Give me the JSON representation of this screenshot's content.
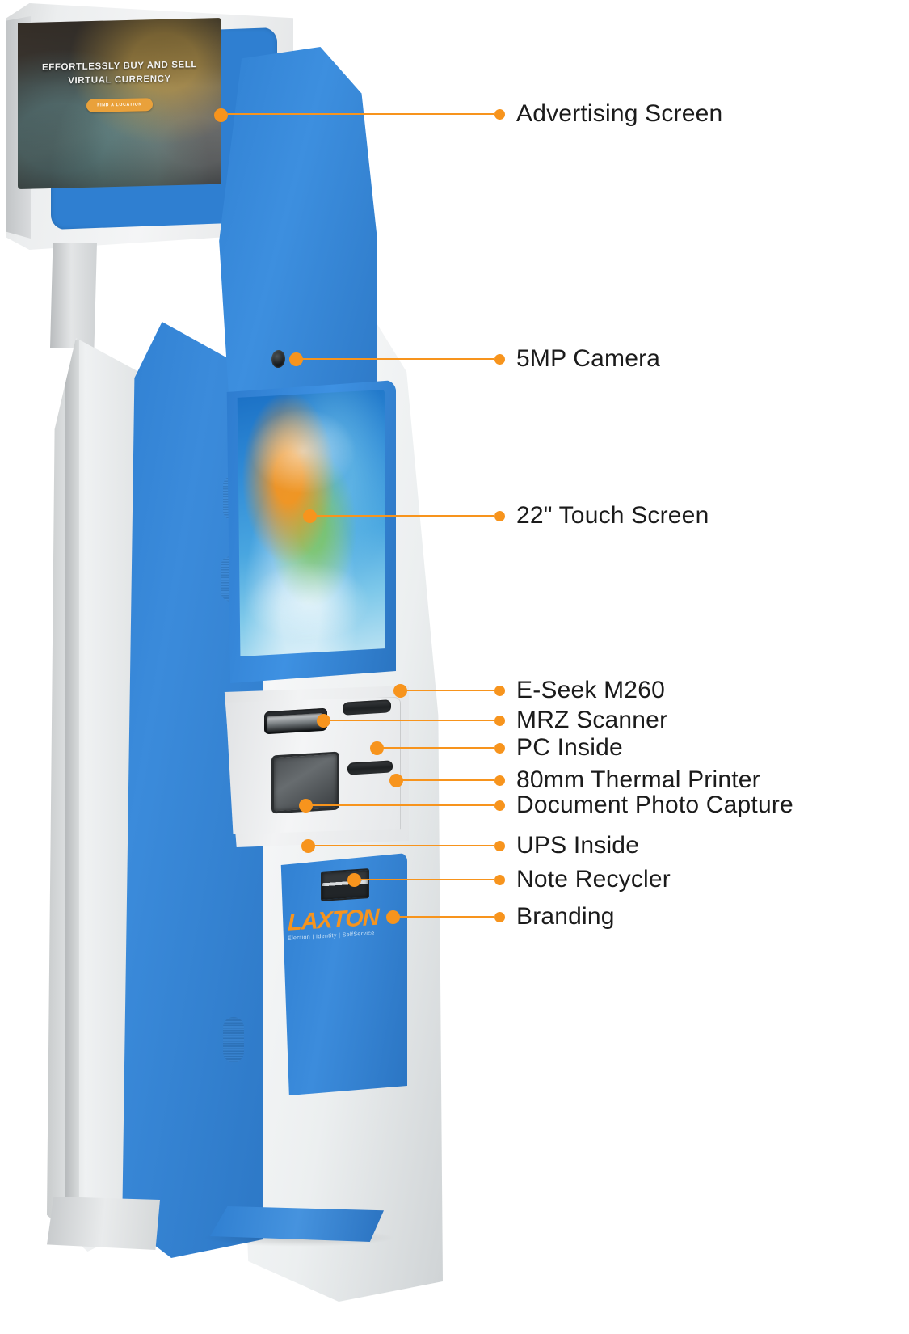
{
  "product": {
    "brand_name": "LAXTON",
    "brand_tagline": "Election | Identity | SelfService"
  },
  "advertising": {
    "headline": "EFFORTLESSLY BUY AND SELL VIRTUAL CURRENCY",
    "cta_label": "FIND A LOCATION"
  },
  "accent_color": "#F7941D",
  "brand_blue": "#2F7FD1",
  "callouts": [
    {
      "id": "advertising-screen",
      "label": "Advertising Screen"
    },
    {
      "id": "camera",
      "label": "5MP Camera"
    },
    {
      "id": "touch-screen",
      "label": "22\" Touch Screen"
    },
    {
      "id": "e-seek",
      "label": "E-Seek M260"
    },
    {
      "id": "mrz-scanner",
      "label": "MRZ Scanner"
    },
    {
      "id": "pc-inside",
      "label": "PC Inside"
    },
    {
      "id": "thermal-printer",
      "label": "80mm Thermal Printer"
    },
    {
      "id": "document-capture",
      "label": "Document Photo Capture"
    },
    {
      "id": "ups-inside",
      "label": "UPS Inside"
    },
    {
      "id": "note-recycler",
      "label": "Note Recycler"
    },
    {
      "id": "branding",
      "label": "Branding"
    }
  ]
}
